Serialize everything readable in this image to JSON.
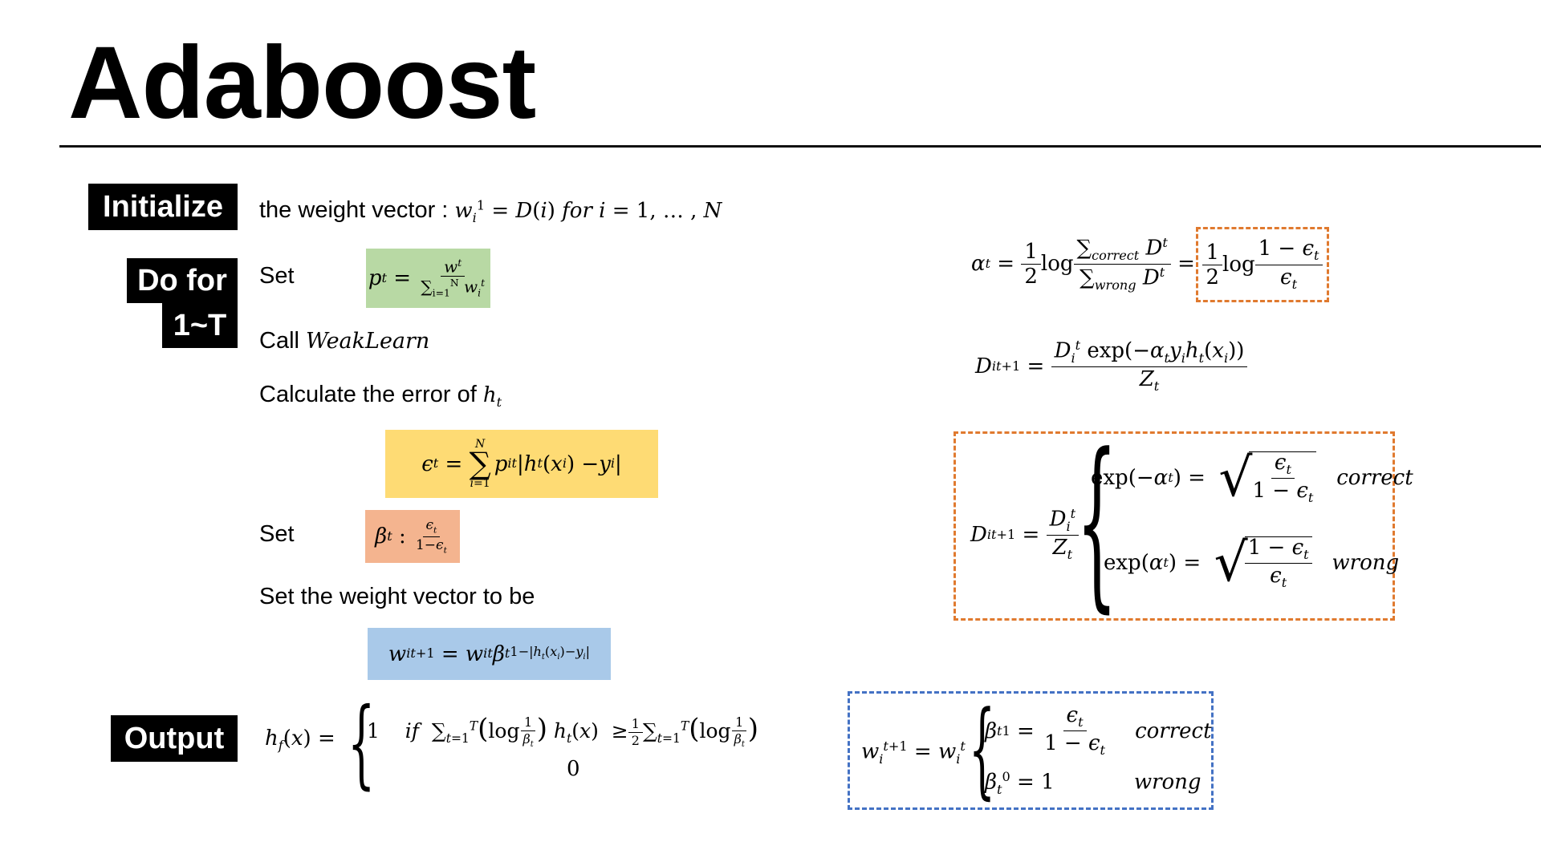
{
  "title": "Adaboost",
  "tags": {
    "initialize": "Initialize",
    "dofor_line1": "Do for",
    "dofor_line2": "1~T",
    "output": "Output"
  },
  "lines": {
    "weight_vector": "the weight vector :",
    "set1": "Set",
    "call": "Call",
    "weaklearn": "WeakLearn",
    "calc_error": "Calculate the error of",
    "set2": "Set",
    "set_weight": "Set the weight vector to be"
  },
  "words": {
    "correct": "correct",
    "wrong": "wrong",
    "if": "if",
    "log": "log",
    "exp": "exp"
  },
  "colors": {
    "green": "#b8d9a4",
    "yellow": "#fedb74",
    "salmon": "#f4b48f",
    "blue": "#a9c9e9",
    "orange_dash": "#e07a2f",
    "blue_dash": "#4472c4"
  }
}
